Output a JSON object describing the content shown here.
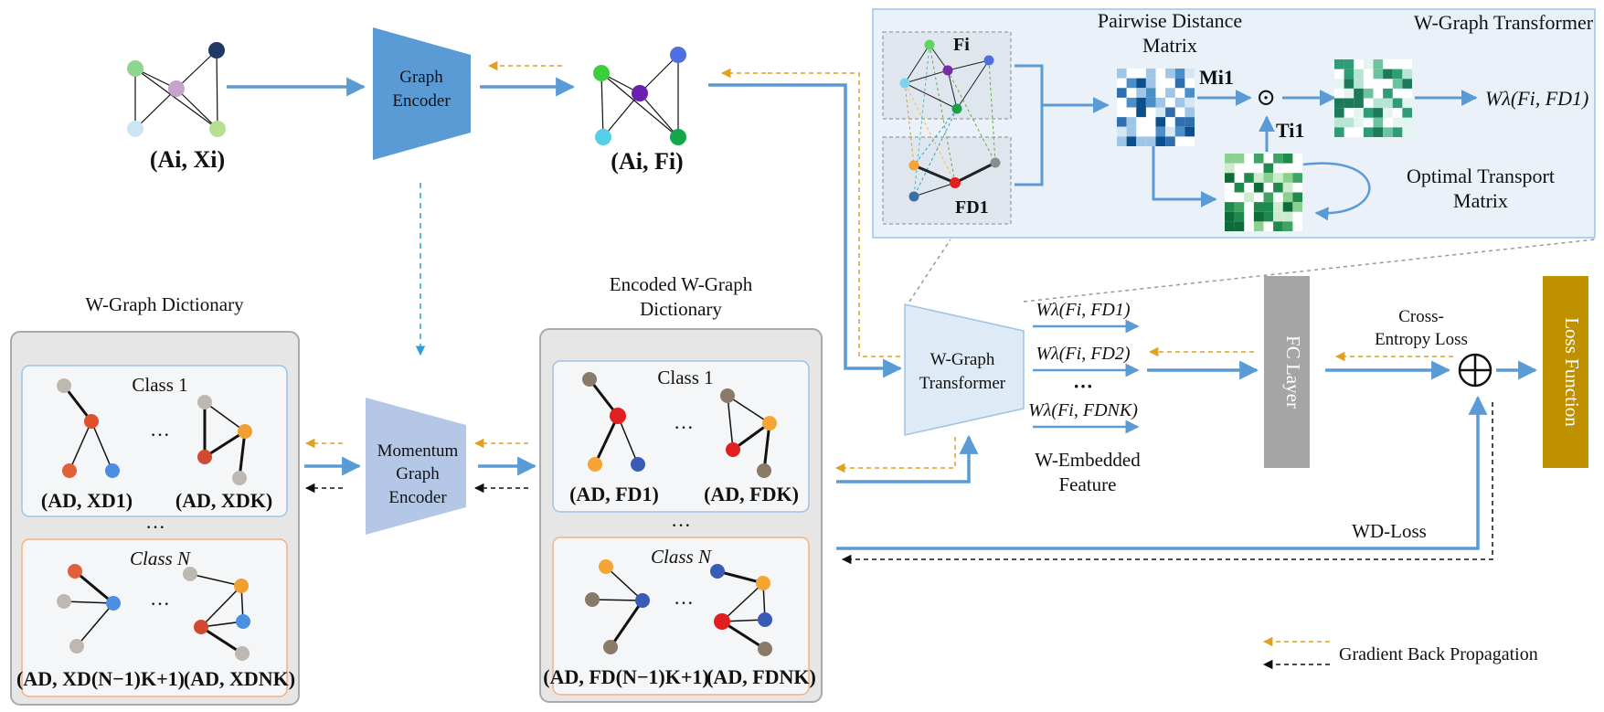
{
  "inputs": {
    "input_pair": "(Ai, Xi)",
    "output_pair": "(Ai, Fi)"
  },
  "encoders": {
    "graph_encoder": [
      "Graph",
      "Encoder"
    ],
    "momentum_encoder": [
      "Momentum",
      "Graph",
      "Encoder"
    ]
  },
  "dictionary": {
    "title": "W-Graph Dictionary",
    "class_1": "Class 1",
    "class_n": "Class N",
    "pair_11": "(AD, XD1)",
    "pair_1k": "(AD, XDK)",
    "pair_n1": "(AD, XD(N−1)K+1)",
    "pair_nk": "(AD, XDNK)"
  },
  "encoded_dictionary": {
    "title": [
      "Encoded W-Graph",
      "Dictionary"
    ],
    "class_1": "Class 1",
    "class_n": "Class N",
    "pair_11": "(AD, FD1)",
    "pair_1k": "(AD, FDK)",
    "pair_n1": "(AD, FD(N−1)K+1)",
    "pair_nk": "(AD, FDNK)"
  },
  "transformer_panel": {
    "title": "W-Graph Transformer",
    "distance_title": [
      "Pairwise Distance",
      "Matrix"
    ],
    "ot_title": [
      "Optimal Transport",
      "Matrix"
    ],
    "feature_i": "Fi",
    "feature_d": "FD1",
    "m_label": "Mi1",
    "t_label": "Ti1",
    "odot": "⊙",
    "output": "Wλ(Fi, FD1)"
  },
  "transformer_block": [
    "W-Graph",
    "Transformer"
  ],
  "embedded": {
    "e1": "Wλ(Fi, FD1)",
    "e2": "Wλ(Fi, FD2)",
    "enk": "Wλ(Fi, FDNK)",
    "caption": [
      "W-Embedded",
      "Feature"
    ]
  },
  "fc_layer": "FC Layer",
  "cross_entropy": [
    "Cross-",
    "Entropy Loss"
  ],
  "loss_function": "Loss Function",
  "wd_loss": "WD-Loss",
  "oplus": "⊕",
  "ellipsis": "···",
  "vdots": "⋮",
  "legend": {
    "label": "Gradient Back Propagation"
  },
  "colors": {
    "arrow_blue": "#5b9bd5",
    "gradient_orange": "#e0a020",
    "encoder_blue": "#5b9bd5",
    "momentum_blue": "#b4c7e7",
    "transformer_fill": "#deebf7",
    "panel_fill": "#eaf1f9",
    "fc_gray": "#a5a5a5",
    "loss_gold": "#bf9000"
  }
}
